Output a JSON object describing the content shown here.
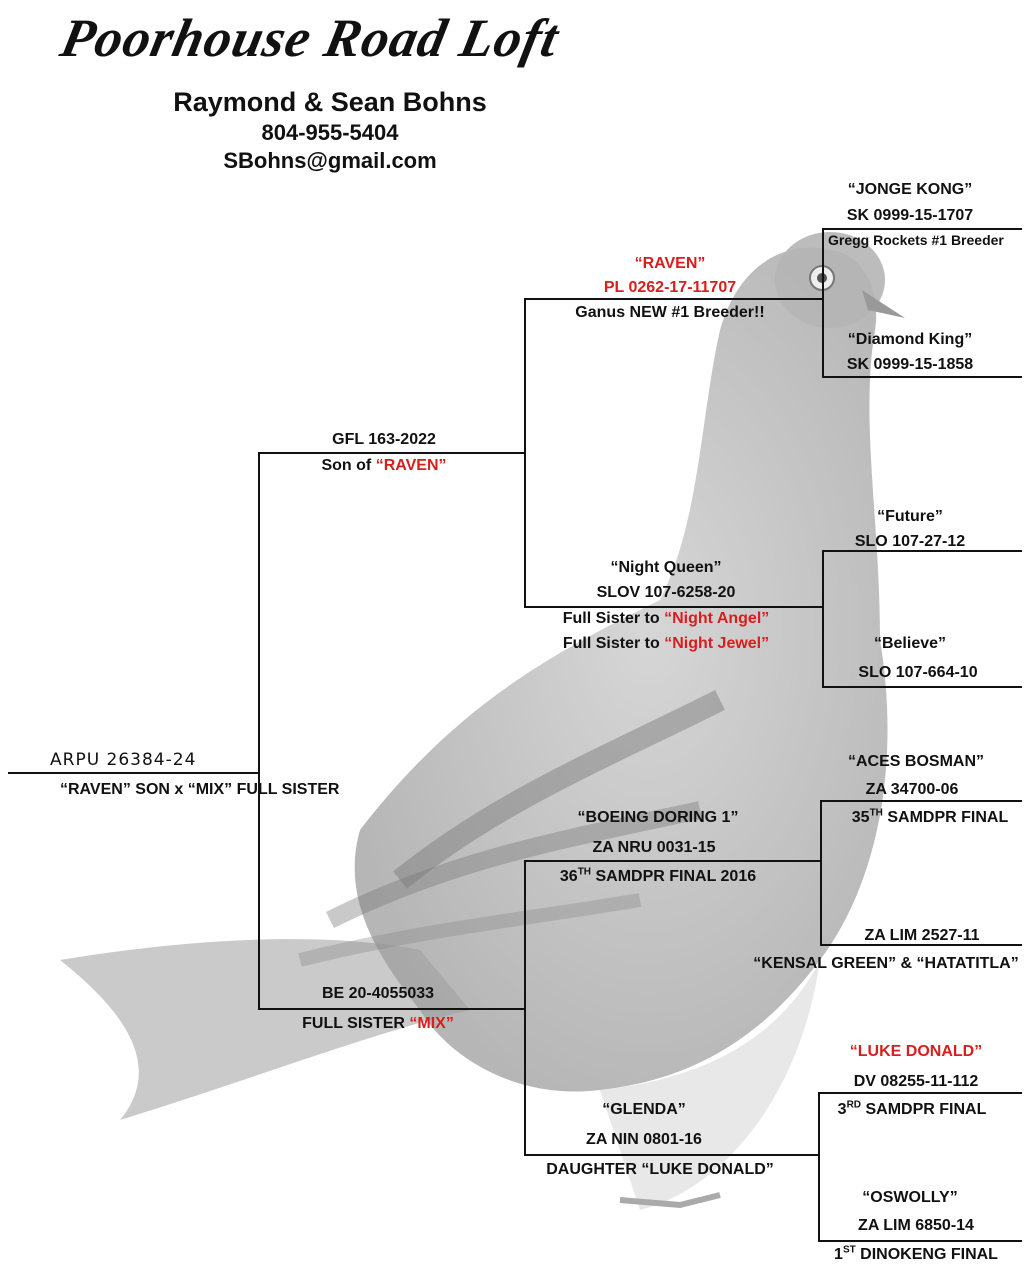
{
  "header": {
    "loft_name": "Poorhouse Road Loft",
    "owners": "Raymond & Sean Bohns",
    "phone": "804-955-5404",
    "email": "SBohns@gmail.com"
  },
  "subject": {
    "ring": "ARPU 26384-24",
    "desc": "“RAVEN” SON x “MIX” FULL SISTER"
  },
  "sire": {
    "ring": "GFL 163-2022",
    "desc_prefix": "Son of ",
    "desc_highlight": "“RAVEN”"
  },
  "dam": {
    "ring": "BE 20-4055033",
    "desc_prefix": "FULL SISTER ",
    "desc_highlight": "“MIX”"
  },
  "raven": {
    "name": "“RAVEN”",
    "ring": "PL 0262-17-11707",
    "desc": "Ganus NEW #1 Breeder!!"
  },
  "night_queen": {
    "name": "“Night Queen”",
    "ring": "SLOV 107-6258-20",
    "desc1_prefix": "Full Sister to ",
    "desc1_highlight": "“Night Angel”",
    "desc2_prefix": "Full Sister to ",
    "desc2_highlight": "“Night Jewel”"
  },
  "boeing": {
    "name": "“BOEING DORING 1”",
    "ring": "ZA NRU 0031-15",
    "desc_sup": "TH",
    "desc_num": "36",
    "desc_rest": " SAMDPR FINAL 2016"
  },
  "glenda": {
    "name": "“GLENDA”",
    "ring": "ZA NIN 0801-16",
    "desc": "DAUGHTER “LUKE DONALD”"
  },
  "jonge_kong": {
    "name": "“JONGE KONG”",
    "ring": "SK 0999-15-1707",
    "desc": "Gregg Rockets #1 Breeder"
  },
  "diamond_king": {
    "name": "“Diamond King”",
    "ring": "SK 0999-15-1858"
  },
  "future": {
    "name": "“Future”",
    "ring": "SLO 107-27-12"
  },
  "believe": {
    "name": "“Believe”",
    "ring": "SLO 107-664-10"
  },
  "aces_bosman": {
    "name": "“ACES BOSMAN”",
    "ring": "ZA 34700-06",
    "desc_num": "35",
    "desc_sup": "TH",
    "desc_rest": " SAMDPR FINAL"
  },
  "za_lim_2527": {
    "ring": "ZA LIM 2527-11",
    "desc": "“KENSAL GREEN” & “HATATITLA”"
  },
  "luke_donald": {
    "name": "“LUKE DONALD”",
    "ring": "DV 08255-11-112",
    "desc_num": "3",
    "desc_sup": "RD",
    "desc_rest": " SAMDPR FINAL"
  },
  "oswolly": {
    "name": "“OSWOLLY”",
    "ring": "ZA LIM 6850-14",
    "desc_num": "1",
    "desc_sup": "ST",
    "desc_rest": " DINOKENG FINAL"
  }
}
